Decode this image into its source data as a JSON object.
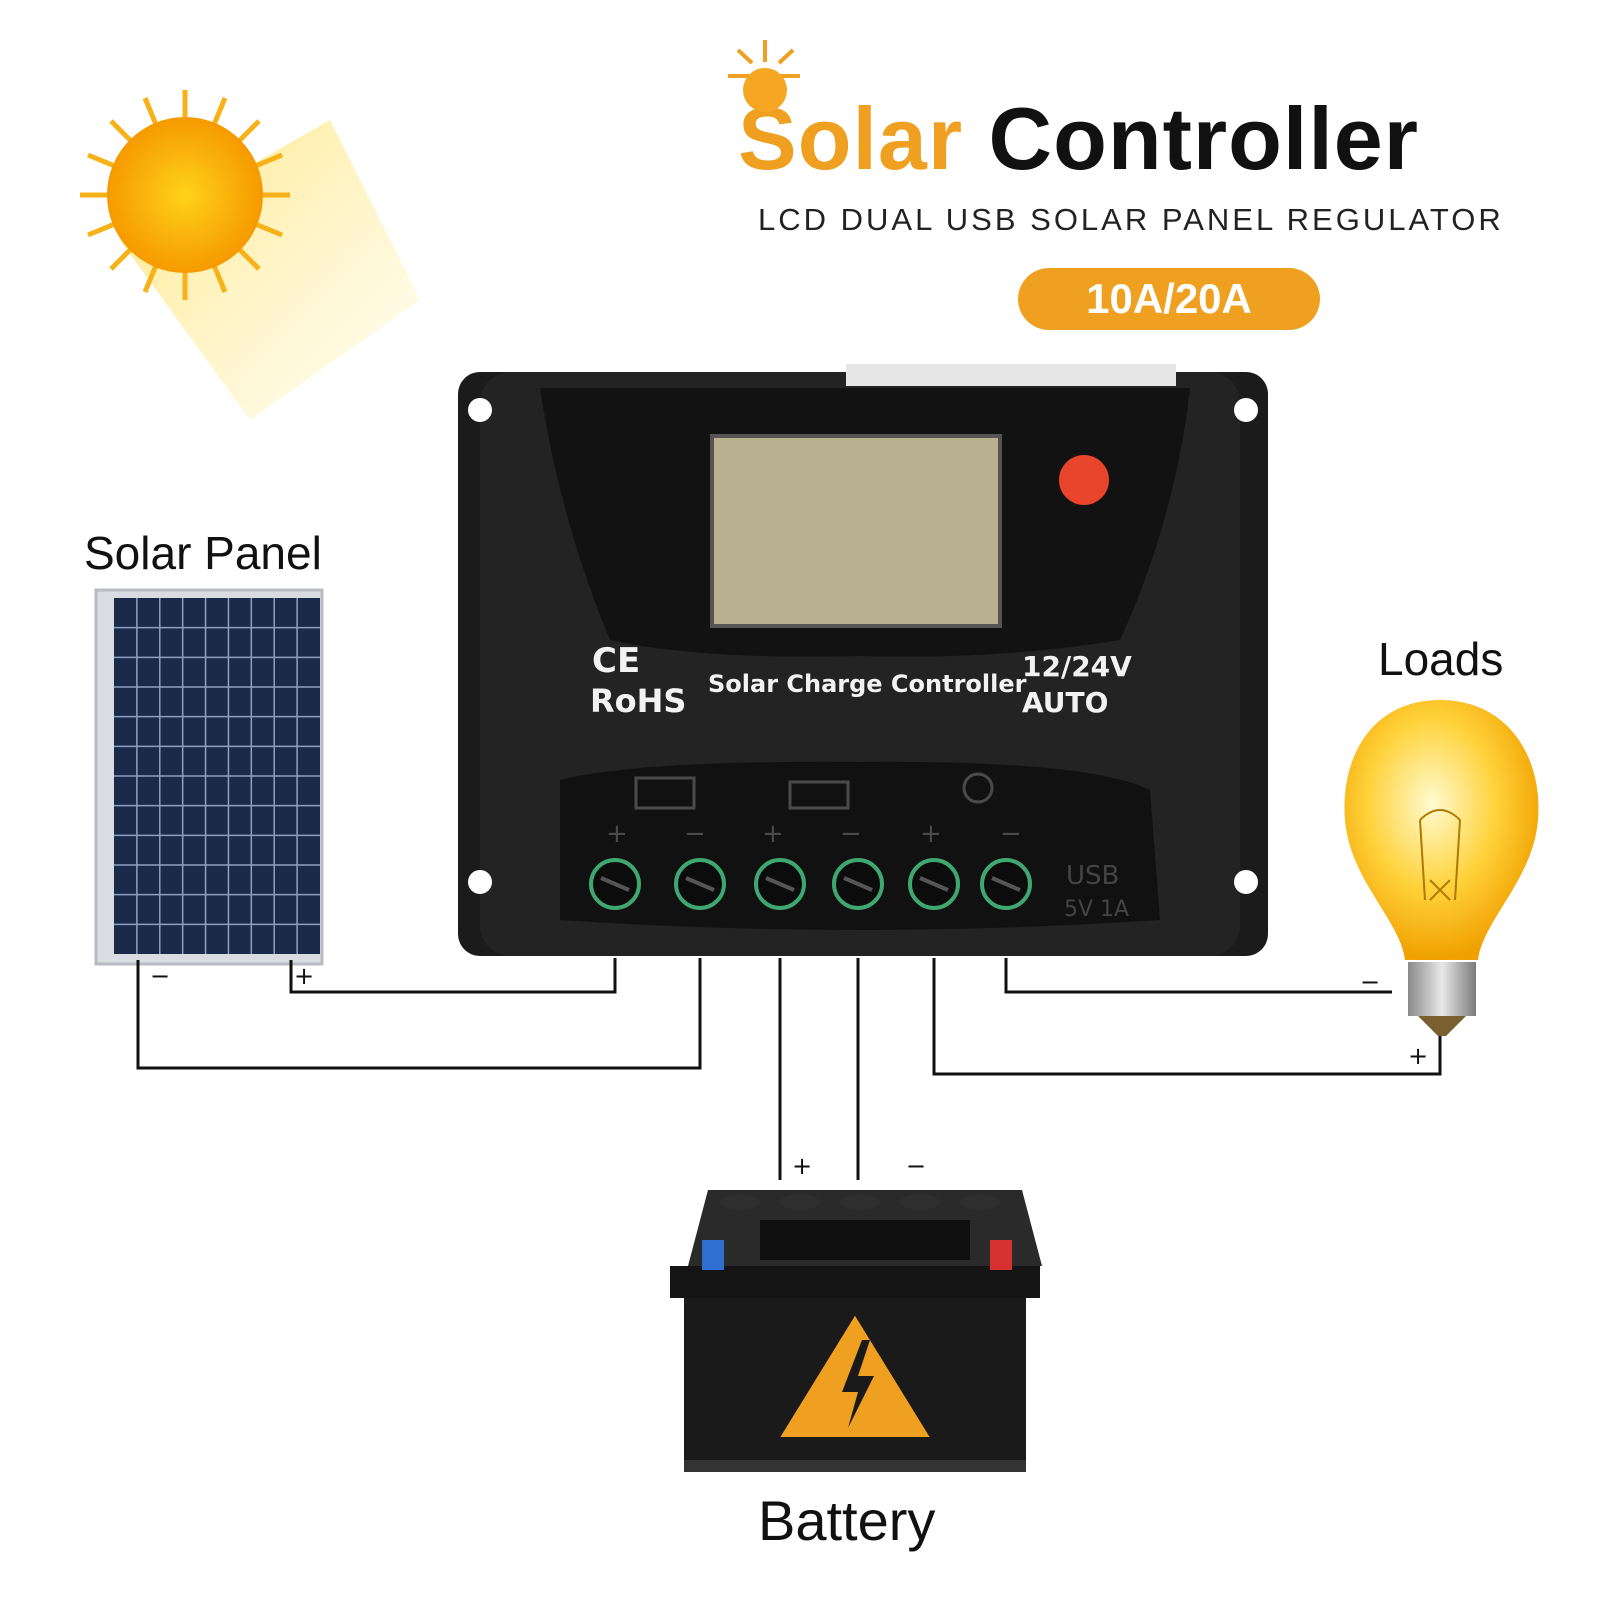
{
  "header": {
    "title_word1": "Solar",
    "title_word2": "Controller",
    "subtitle": "LCD DUAL USB SOLAR PANEL REGULATOR",
    "badge": "10A/20A"
  },
  "labels": {
    "solar_panel": "Solar Panel",
    "loads": "Loads",
    "battery": "Battery"
  },
  "controller": {
    "ce": "CE",
    "rohs": "RoHS",
    "name": "Solar Charge Controller",
    "voltage": "12/24V",
    "mode": "AUTO",
    "usb": "USB",
    "usb_rating": "5V 1A"
  },
  "polarity": {
    "plus": "+",
    "minus": "−"
  },
  "colors": {
    "accent": "#f0a020",
    "controller_body": "#1a1a1a",
    "lcd": "#b8b08e",
    "button": "#e8452c"
  },
  "icons": [
    "sun-icon",
    "solar-panel-icon",
    "light-bulb-icon",
    "battery-icon",
    "warning-icon"
  ]
}
